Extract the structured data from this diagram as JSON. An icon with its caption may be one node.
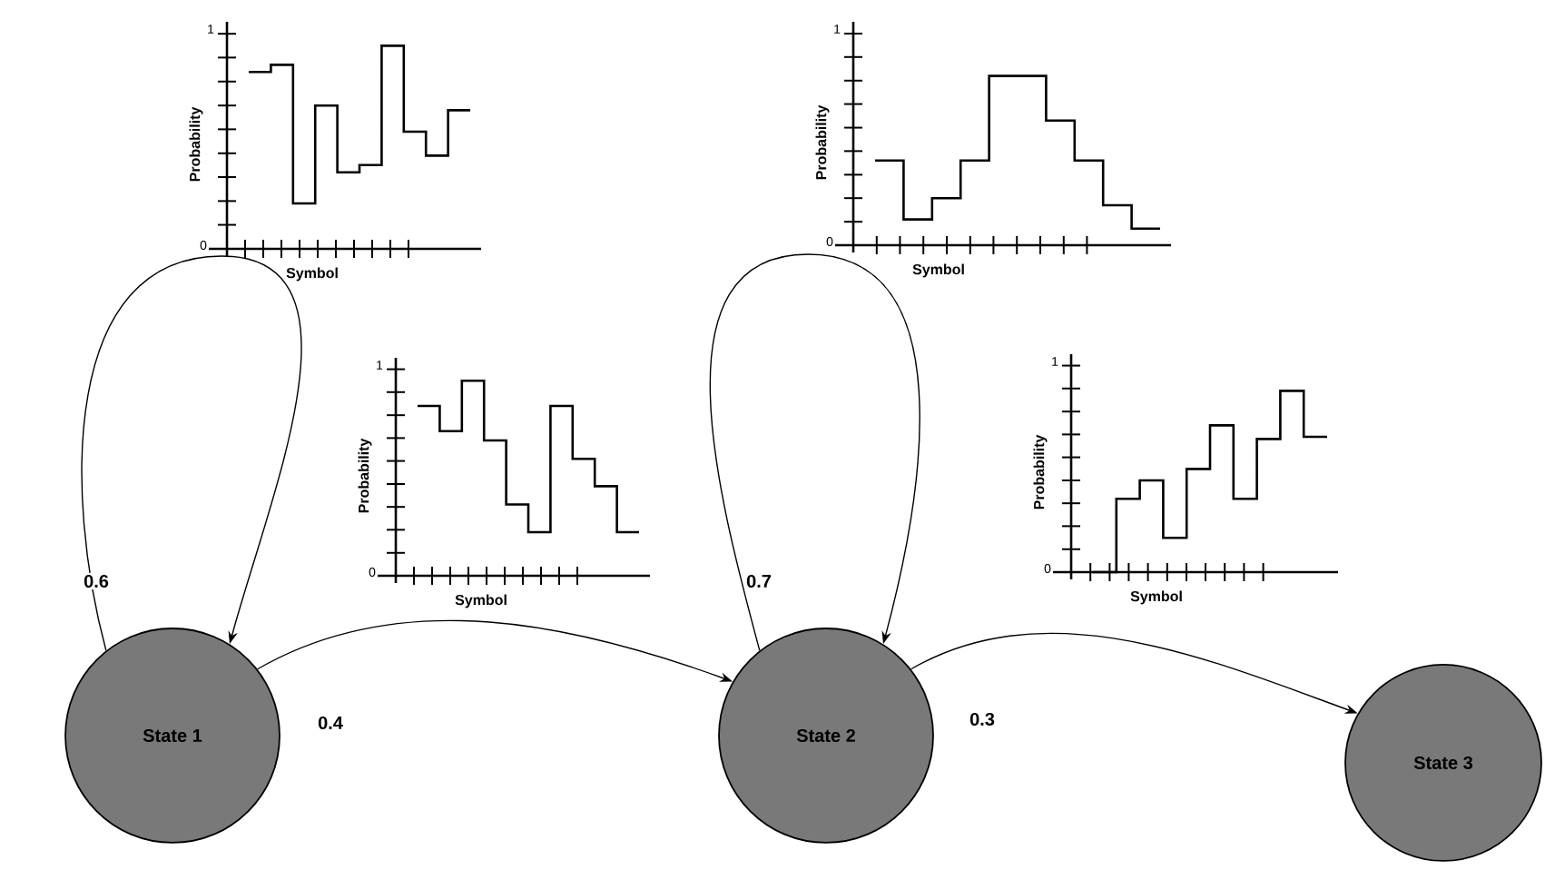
{
  "diagram": {
    "nodes": [
      {
        "text": [
          "State 1"
        ]
      },
      {
        "text": [
          "State 2"
        ]
      },
      {
        "text": [
          "State 3"
        ]
      }
    ],
    "edges": [
      {
        "from": 0,
        "to": 0,
        "arrow": "to",
        "label": "0.6"
      },
      {
        "from": 0,
        "to": 1,
        "arrow": "to",
        "label": "0.4"
      },
      {
        "from": 1,
        "to": 1,
        "arrow": "to",
        "label": "0.7"
      },
      {
        "from": 1,
        "to": 2,
        "arrow": "to",
        "label": "0.3"
      }
    ],
    "labels": [
      "1",
      "Probability",
      "0",
      "Symbol",
      "1",
      "Probability",
      "0",
      "Symbol",
      "1",
      "Probability",
      "0",
      "Symbol",
      "1",
      "Probability",
      "0",
      "Symbol"
    ]
  }
}
